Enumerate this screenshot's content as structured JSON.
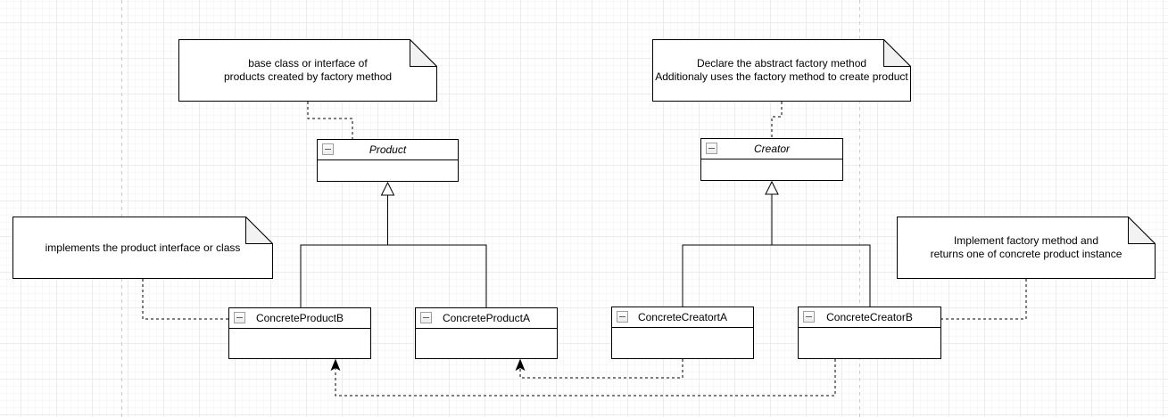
{
  "diagram": {
    "kind": "uml-class-diagram",
    "pattern": "Factory Method"
  },
  "notes": {
    "product_note": {
      "lines": [
        "base class or interface of",
        "products created by factory method"
      ]
    },
    "creator_note": {
      "lines": [
        "Declare the abstract factory method",
        "Additionaly uses the factory method to create product"
      ]
    },
    "concrete_product_note": {
      "lines": [
        "implements the product interface or class"
      ]
    },
    "concrete_creator_note": {
      "lines": [
        "Implement factory method and",
        "returns one of concrete product instance"
      ]
    }
  },
  "classes": {
    "product": {
      "name": "Product",
      "stereotype": "abstract"
    },
    "creator": {
      "name": "Creator",
      "stereotype": "abstract"
    },
    "concrete_product_b": {
      "name": "ConcreteProductB",
      "stereotype": "concrete"
    },
    "concrete_product_a": {
      "name": "ConcreteProductA",
      "stereotype": "concrete"
    },
    "concrete_creator_a": {
      "name": "ConcreteCreatortA",
      "stereotype": "concrete"
    },
    "concrete_creator_b": {
      "name": "ConcreteCreatorB",
      "stereotype": "concrete"
    }
  },
  "edges": [
    {
      "from": "ConcreteProductB",
      "to": "Product",
      "type": "generalization",
      "line": "solid",
      "arrow": "hollow-triangle"
    },
    {
      "from": "ConcreteProductA",
      "to": "Product",
      "type": "generalization",
      "line": "solid",
      "arrow": "hollow-triangle"
    },
    {
      "from": "ConcreteCreatortA",
      "to": "Creator",
      "type": "generalization",
      "line": "solid",
      "arrow": "hollow-triangle"
    },
    {
      "from": "ConcreteCreatorB",
      "to": "Creator",
      "type": "generalization",
      "line": "solid",
      "arrow": "hollow-triangle"
    },
    {
      "from": "ConcreteCreatortA",
      "to": "ConcreteProductA",
      "type": "dependency",
      "line": "dashed",
      "arrow": "filled-arrow"
    },
    {
      "from": "ConcreteCreatorB",
      "to": "ConcreteProductB",
      "type": "dependency",
      "line": "dashed",
      "arrow": "filled-arrow"
    },
    {
      "from": "product_note",
      "to": "Product",
      "type": "note-link",
      "line": "dashed",
      "arrow": "none"
    },
    {
      "from": "creator_note",
      "to": "Creator",
      "type": "note-link",
      "line": "dashed",
      "arrow": "none"
    },
    {
      "from": "concrete_product_note",
      "to": "ConcreteProductB",
      "type": "note-link",
      "line": "dashed",
      "arrow": "none"
    },
    {
      "from": "concrete_creator_note",
      "to": "ConcreteCreatorB",
      "type": "note-link",
      "line": "dashed",
      "arrow": "none"
    }
  ],
  "colors": {
    "shape_fill": "#ffffff",
    "shape_stroke": "#000000",
    "note_fold_fill": "#f2f2f2",
    "grid_minor": "#f7f7f7",
    "grid_major": "#ececec",
    "page_break": "#cccccc"
  }
}
